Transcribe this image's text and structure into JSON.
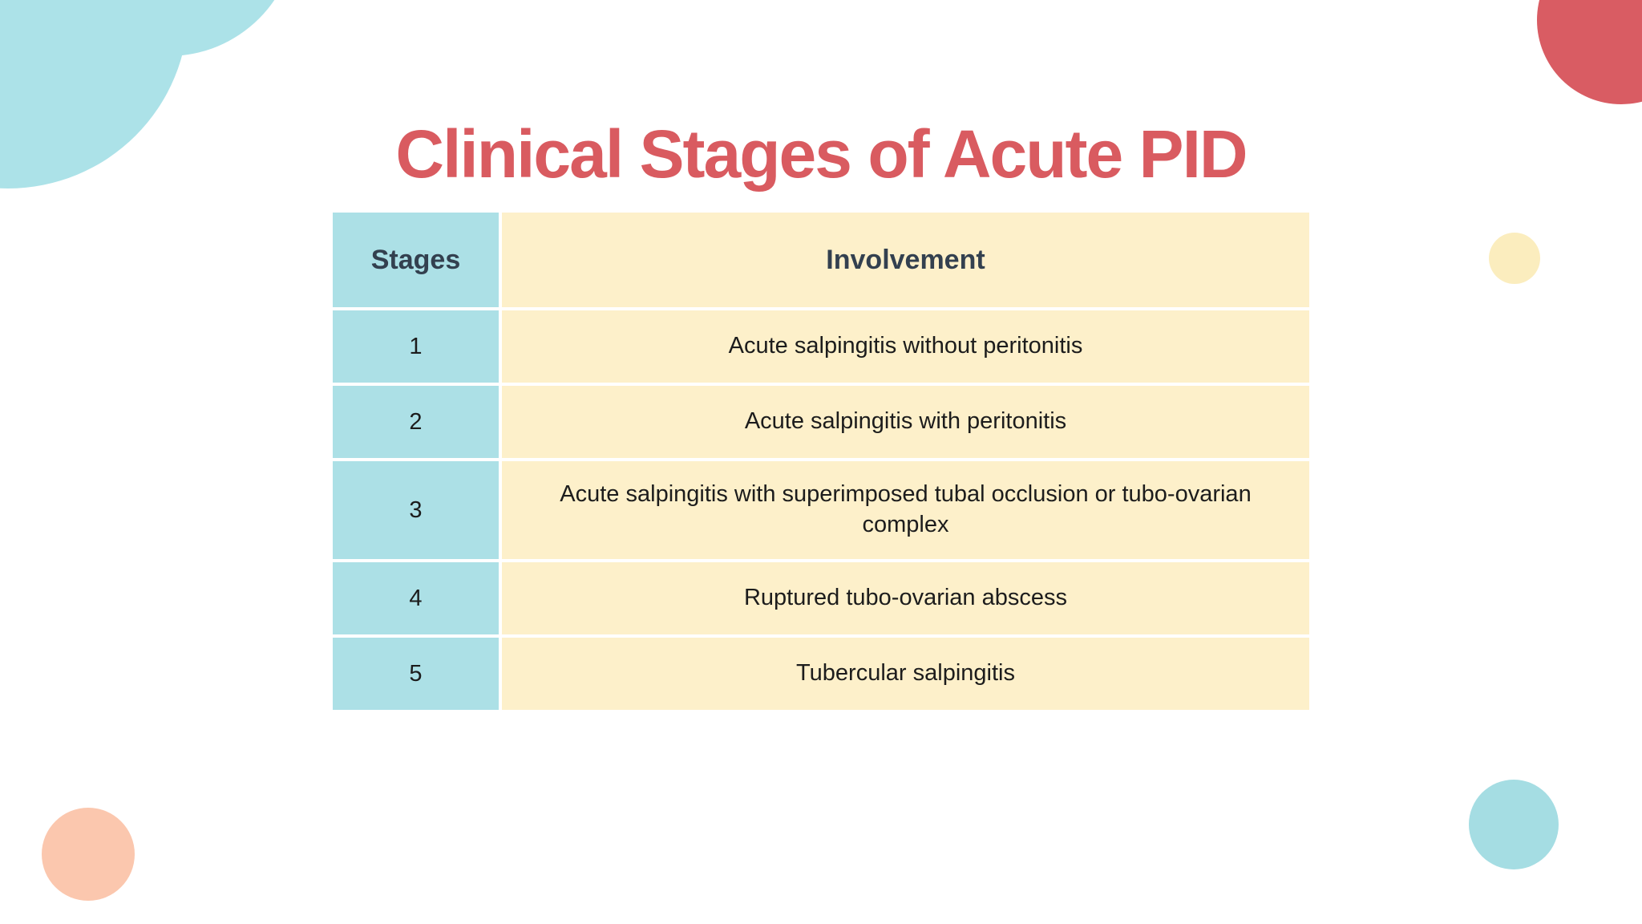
{
  "page": {
    "title": "Clinical Stages of Acute PID"
  },
  "table": {
    "headers": {
      "stages": "Stages",
      "involvement": "Involvement"
    },
    "rows": [
      {
        "stage": "1",
        "involvement": "Acute salpingitis without peritonitis"
      },
      {
        "stage": "2",
        "involvement": "Acute salpingitis with peritonitis"
      },
      {
        "stage": "3",
        "involvement": "Acute salpingitis with superimposed tubal occlusion or tubo-ovarian complex"
      },
      {
        "stage": "4",
        "involvement": "Ruptured tubo-ovarian abscess"
      },
      {
        "stage": "5",
        "involvement": "Tubercular salpingitis"
      }
    ]
  },
  "colors": {
    "background": "#FFFFFF",
    "title": "#D95B60",
    "stage-col": "#ACE0E6",
    "involve-col": "#FDF0CA",
    "header-text": "#33404F",
    "body-text": "#1C1C1C",
    "cloud": "#ACE2E8",
    "circle-red": "#D95C63",
    "circle-cream": "#FBEDBE",
    "circle-teal": "#A5DDE3",
    "circle-peach": "#FBC7AE"
  },
  "decorations": {
    "top_left": "cloud of two overlapping light blue circles",
    "top_right": "red circle clipped by corner",
    "right_middle": "small cream circle",
    "bottom_right": "teal circle",
    "bottom_left": "peach circle"
  }
}
